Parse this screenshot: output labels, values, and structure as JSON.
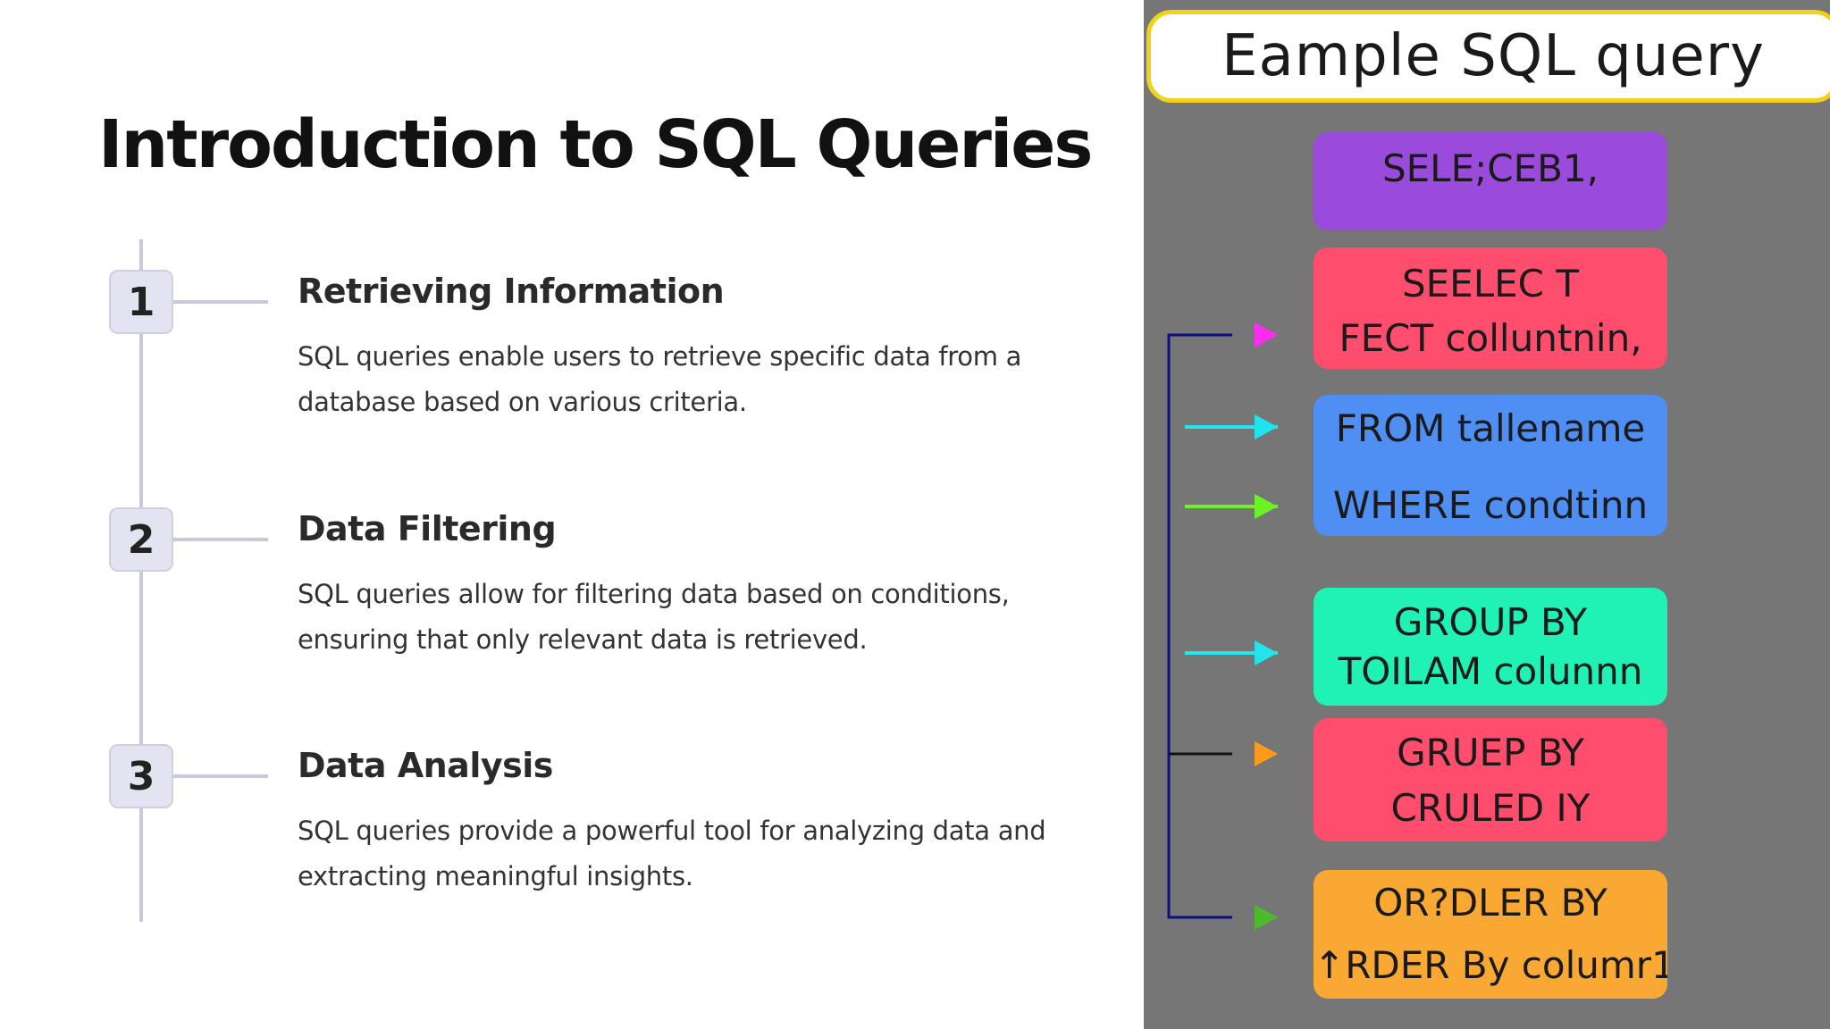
{
  "slide": {
    "title": "Introduction to SQL Queries",
    "steps": [
      {
        "number": "1",
        "title": "Retrieving Information",
        "description": "SQL queries enable users to retrieve specific data from a database based on various criteria."
      },
      {
        "number": "2",
        "title": "Data Filtering",
        "description": "SQL queries allow for filtering data based on conditions, ensuring that only relevant data is retrieved."
      },
      {
        "number": "3",
        "title": "Data Analysis",
        "description": "SQL queries provide a powerful tool for analyzing data and extracting meaningful insights."
      }
    ]
  },
  "panel": {
    "header": "Eample SQL query",
    "blocks": [
      {
        "lines": [
          "SELE;CEB1,"
        ],
        "color": "#9b4bdc"
      },
      {
        "lines": [
          "SEELEC T",
          "FECT colluntnin,"
        ],
        "color": "#ff4d6d"
      },
      {
        "lines": [
          "FROM tallename",
          "WHERE condtinn"
        ],
        "color": "#4f8ef2"
      },
      {
        "lines": [
          "GROUP BY",
          "TOILAM colunnn"
        ],
        "color": "#1ff2b4"
      },
      {
        "lines": [
          "GRUEP BY",
          "CRULED IY"
        ],
        "color": "#ff4d6d"
      },
      {
        "lines": [
          "OR?DLER BY",
          "↑RDER By columr1"
        ],
        "color": "#f9a834"
      }
    ],
    "arrow_colors": [
      "#ff2bf0",
      "#22e4ec",
      "#6bf224",
      "#22e4ec",
      "#ff9a1a",
      "#4cbb2a"
    ],
    "bracket_color": "#0f0f80"
  }
}
